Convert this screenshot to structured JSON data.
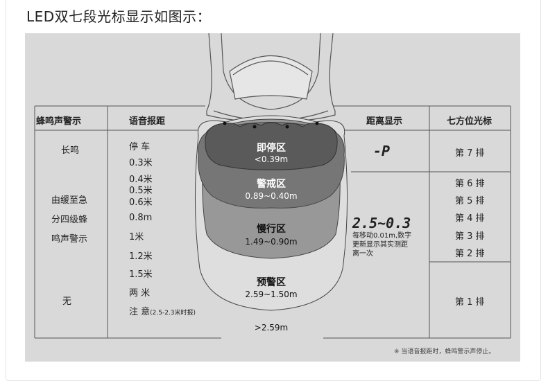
{
  "heading": "LED双七段光标显示如图示：",
  "headers": {
    "buzzer": "蜂鸣声警示",
    "voice": "语音报距",
    "distance": "距离显示",
    "cursor": "七方位光标"
  },
  "buzzer": {
    "long": "长鸣",
    "mid1": "由缓至急",
    "mid2": "分四级蜂",
    "mid3": "鸣声警示",
    "none": "无"
  },
  "voice": [
    "停 车",
    "0.3米",
    "0.4米",
    "0.5米",
    "0.6米",
    "0.8m",
    "1米",
    "1.2米",
    "1.5米",
    "两 米"
  ],
  "voice_last": {
    "main": "注 意",
    "sub": "(2.5-2.3米时报)"
  },
  "zones": [
    {
      "name": "即停区",
      "range": "<0.39m",
      "color": "#5a5a5a"
    },
    {
      "name": "警戒区",
      "range": "0.89~0.40m",
      "color": "#767676"
    },
    {
      "name": "慢行区",
      "range": "1.49~0.90m",
      "color": "#989898"
    },
    {
      "name": "预警区",
      "range": "2.59~1.50m",
      "color": "#dedede"
    }
  ],
  "beyond": ">2.59m",
  "distance": {
    "stop": "-P",
    "range_a": "2.5",
    "range_b": "0.3",
    "range_sep": "~",
    "desc1": "每移动0.01m,数字",
    "desc2": "更新显示其实测距",
    "desc3": "离一次"
  },
  "cursor": [
    "第 7 排",
    "第 6 排",
    "第 5 排",
    "第 4 排",
    "第 3 排",
    "第 2 排",
    "第 1 排"
  ],
  "footnote": "※ 当语音报距时，蜂鸣警示声停止。"
}
